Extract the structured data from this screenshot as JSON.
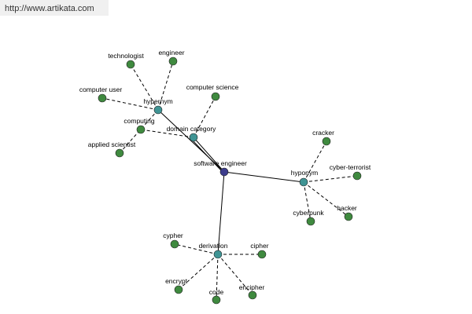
{
  "source_url": "http://www.artikata.com",
  "colors": {
    "central_node": "#3c3c8c",
    "category_node": "#3f9494",
    "leaf_node": "#3f8a3f",
    "edge": "#000000"
  },
  "graph": {
    "center": {
      "id": "center",
      "label": "software engineer"
    },
    "categories": [
      {
        "id": "hypernym",
        "label": "hypernym"
      },
      {
        "id": "domain",
        "label": "domain category"
      },
      {
        "id": "hyponym",
        "label": "hyponym"
      },
      {
        "id": "derivation",
        "label": "derivation"
      }
    ],
    "leaves": [
      {
        "id": "technologist",
        "label": "technologist",
        "parent": "hypernym"
      },
      {
        "id": "engineer",
        "label": "engineer",
        "parent": "hypernym"
      },
      {
        "id": "computer_user",
        "label": "computer user",
        "parent": "hypernym"
      },
      {
        "id": "applied_scientist",
        "label": "applied scientist",
        "parent": "hypernym"
      },
      {
        "id": "computer_science",
        "label": "computer science",
        "parent": "domain"
      },
      {
        "id": "computing",
        "label": "computing",
        "parent": "domain"
      },
      {
        "id": "cracker",
        "label": "cracker",
        "parent": "hyponym"
      },
      {
        "id": "cyber_terrorist",
        "label": "cyber-terrorist",
        "parent": "hyponym"
      },
      {
        "id": "cyberpunk",
        "label": "cyberpunk",
        "parent": "hyponym"
      },
      {
        "id": "hacker",
        "label": "hacker",
        "parent": "hyponym"
      },
      {
        "id": "cypher",
        "label": "cypher",
        "parent": "derivation"
      },
      {
        "id": "cipher",
        "label": "cipher",
        "parent": "derivation"
      },
      {
        "id": "encrypt",
        "label": "encrypt",
        "parent": "derivation"
      },
      {
        "id": "code",
        "label": "code",
        "parent": "derivation"
      },
      {
        "id": "encipher",
        "label": "encipher",
        "parent": "derivation"
      }
    ]
  }
}
